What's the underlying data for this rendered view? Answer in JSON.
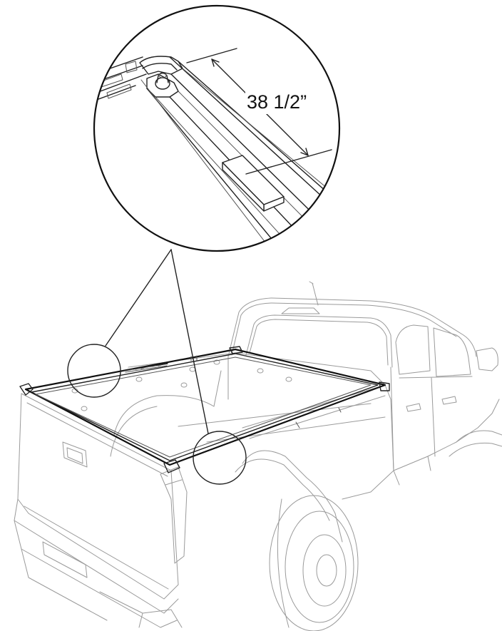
{
  "detail_view": {
    "measurement_label": "38 1/2”"
  },
  "icons": {
    "detail": "magnifier-callout",
    "truck": "pickup-truck-line-art"
  },
  "colors": {
    "line": "#222222",
    "background": "#ffffff"
  }
}
